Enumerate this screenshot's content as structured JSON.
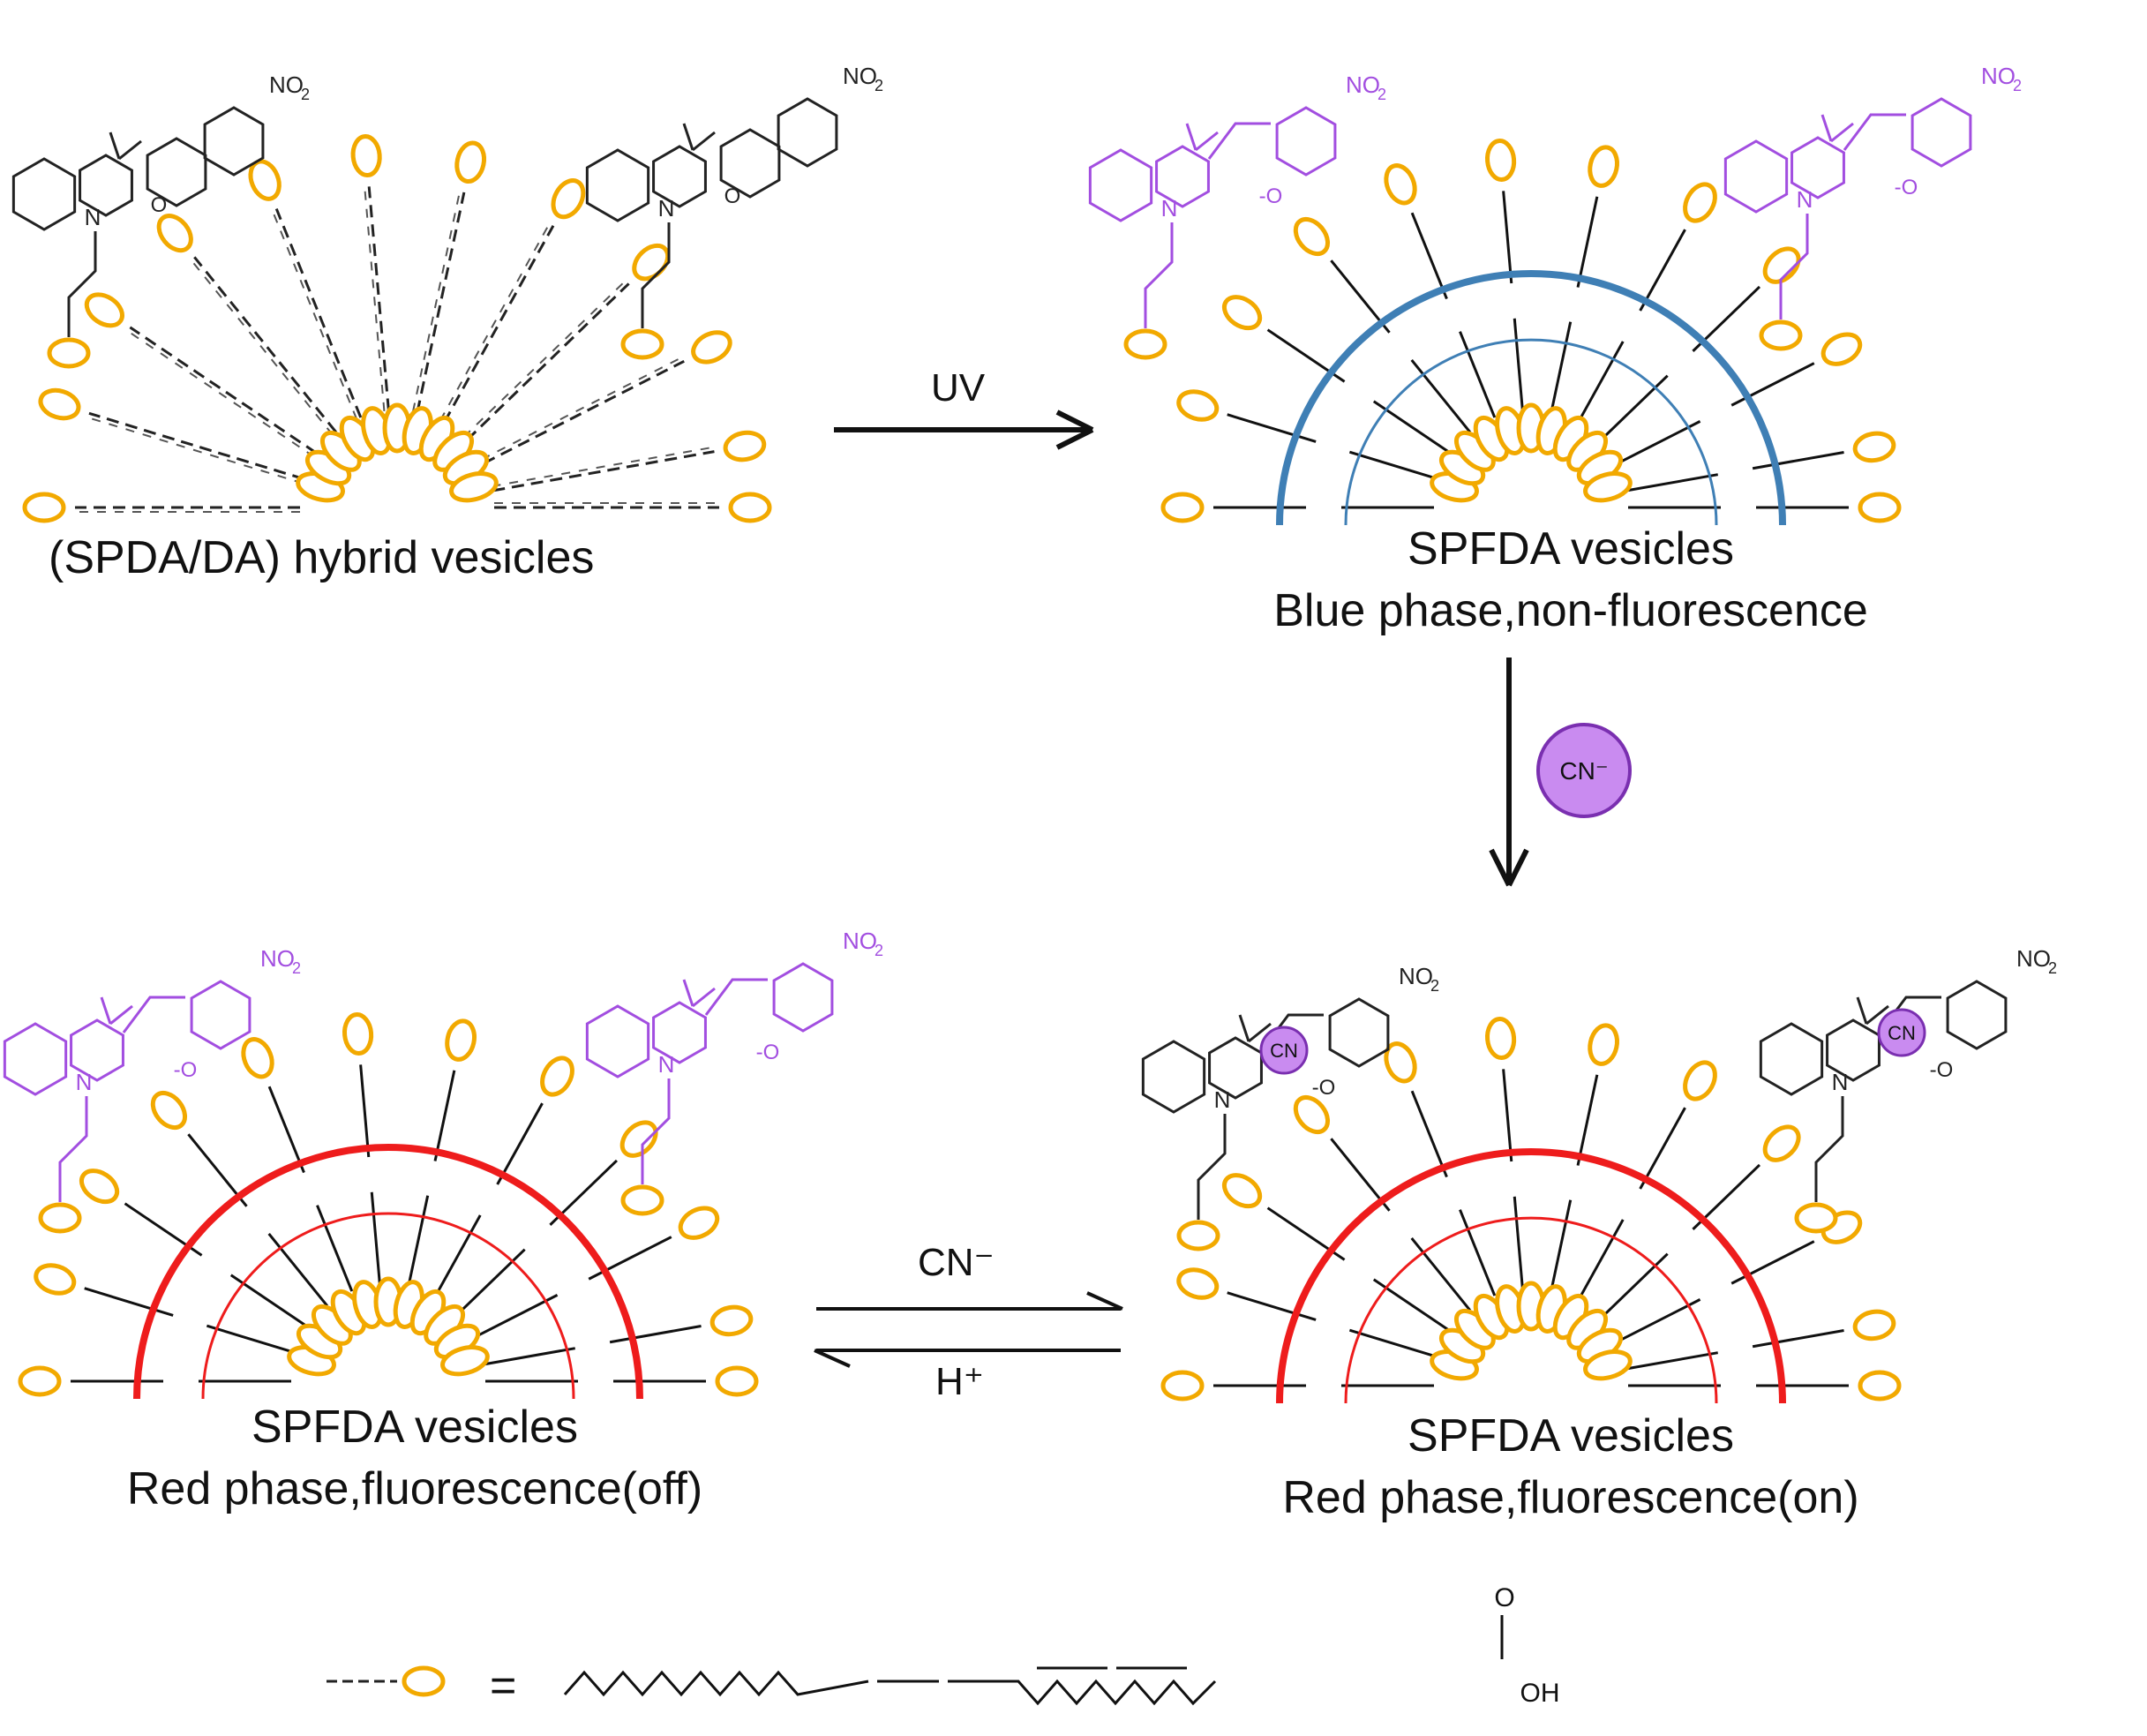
{
  "panels": {
    "top_left": {
      "caption": "(SPDA/DA) hybrid vesicles"
    },
    "top_right": {
      "title": "SPFDA vesicles",
      "subtitle": "Blue phase,non-fluorescence"
    },
    "bottom_left": {
      "title": "SPFDA vesicles",
      "subtitle": "Red phase,fluorescence(off)"
    },
    "bottom_right": {
      "title": "SPFDA vesicles",
      "subtitle": "Red phase,fluorescence(on)"
    }
  },
  "arrows": {
    "uv": "UV",
    "cn_reagent": "CN⁻",
    "forward": "CN⁻",
    "reverse": "H⁺"
  },
  "molecule_labels": {
    "nitro": "NO2",
    "nitro_bottom": "NO",
    "nitro_sub": "2",
    "phenolate": "O",
    "oxygen": "O",
    "nitrogen": "N",
    "cyanide_bound": "CN",
    "acid_o": "O",
    "acid_oh": "OH"
  },
  "legend": {
    "equals": "="
  },
  "colors": {
    "headgroup": "#f2a900",
    "blue_phase": "#3f7fb5",
    "red_phase": "#ee1c1c",
    "merocyanine": "#a24ee0",
    "cn_circle": "#c98bf0",
    "spiropyran": "#222222"
  }
}
